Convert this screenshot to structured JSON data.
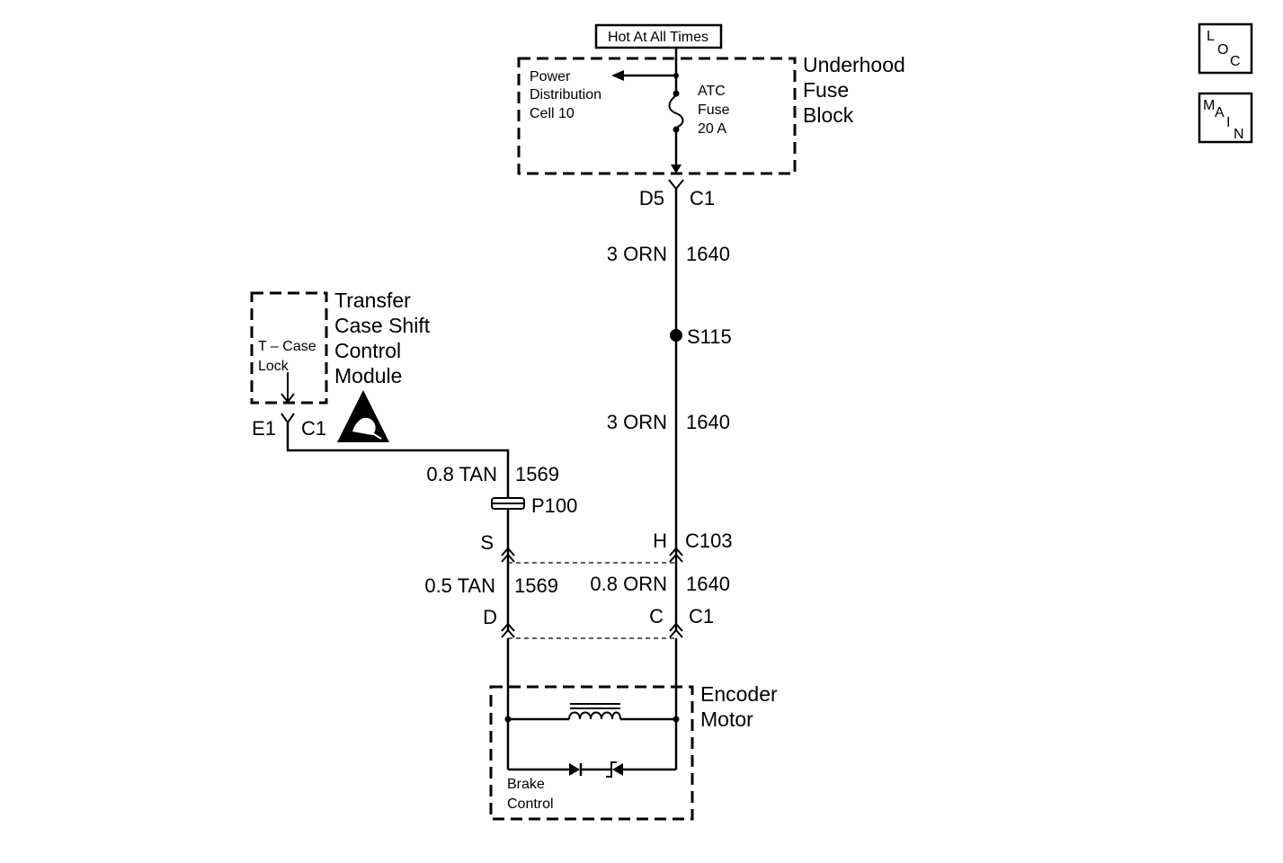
{
  "header": {
    "hot_label": "Hot At All Times"
  },
  "nav_icons": {
    "loc": {
      "l1": "L",
      "l2": "O",
      "l3": "C"
    },
    "main": {
      "l1": "M",
      "l2": "A",
      "l3": "I",
      "l4": "N"
    }
  },
  "fuse_block": {
    "name_line1": "Underhood",
    "name_line2": "Fuse",
    "name_line3": "Block",
    "power_line1": "Power",
    "power_line2": "Distribution",
    "power_line3": "Cell 10",
    "fuse_line1": "ATC",
    "fuse_line2": "Fuse",
    "fuse_line3": "20 A"
  },
  "connector_d5": {
    "pin": "D5",
    "conn": "C1"
  },
  "wire_upper": {
    "gauge": "3 ORN",
    "circuit": "1640"
  },
  "splice": {
    "label": "S115"
  },
  "wire_lower": {
    "gauge": "3 ORN",
    "circuit": "1640"
  },
  "transfer_module": {
    "name_line1": "Transfer",
    "name_line2": "Case Shift",
    "name_line3": "Control",
    "name_line4": "Module",
    "inner_line1": "T – Case",
    "inner_line2": "Lock"
  },
  "connector_e1": {
    "pin": "E1",
    "conn": "C1"
  },
  "wire_tan_upper": {
    "gauge": "0.8 TAN",
    "circuit": "1569"
  },
  "pass_through": {
    "label": "P100"
  },
  "connector_c103": {
    "pin_s": "S",
    "pin_h": "H",
    "conn": "C103"
  },
  "wire_tan_lower": {
    "gauge": "0.5 TAN",
    "circuit": "1569"
  },
  "wire_orn_lower": {
    "gauge": "0.8 ORN",
    "circuit": "1640"
  },
  "connector_c1_motor": {
    "pin_d": "D",
    "pin_c": "C",
    "conn": "C1"
  },
  "encoder_motor": {
    "name_line1": "Encoder",
    "name_line2": "Motor",
    "brake_line1": "Brake",
    "brake_line2": "Control"
  }
}
